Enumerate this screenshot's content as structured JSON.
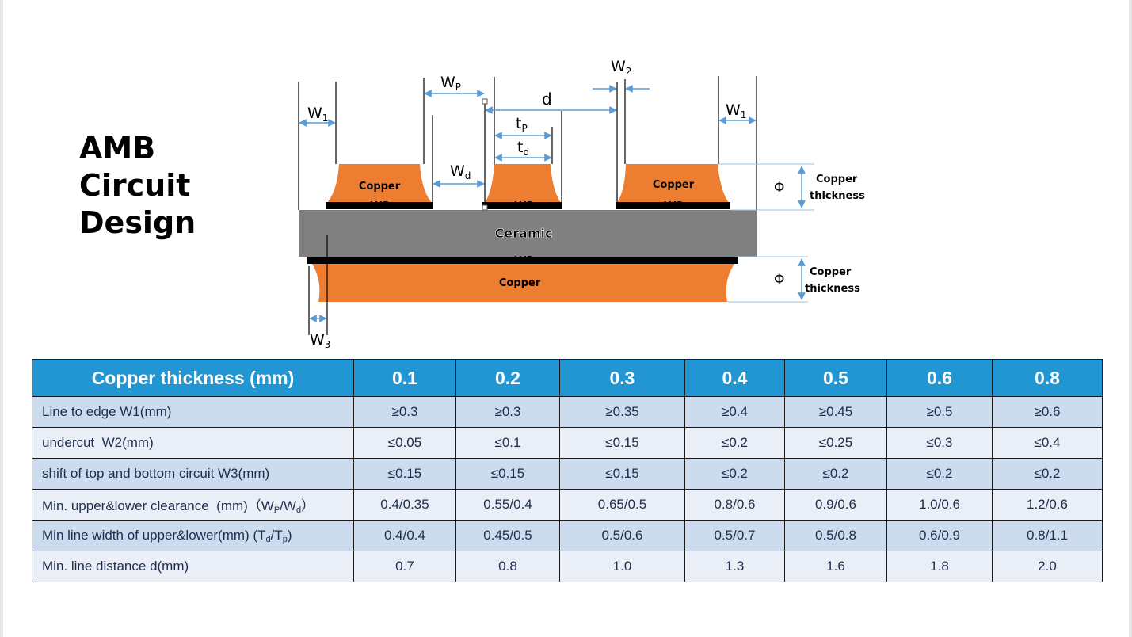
{
  "title": {
    "lines": [
      "AMB",
      "Circuit",
      "Design"
    ]
  },
  "diagram": {
    "labels": {
      "w1_left": "W1",
      "w1_right": "W1",
      "w2": "W2",
      "w3": "W3",
      "wp": "WP",
      "wd": "Wd",
      "d": "d",
      "tp": "tP",
      "td": "td",
      "copper_left": "Copper",
      "copper_right": "Copper",
      "copper_bottom": "Copper",
      "amb_left": "AMB",
      "amb_mid": "AMB",
      "amb_right": "AMB",
      "amb_bottom": "AMB",
      "ceramic": "Ceramic",
      "phi_top": "Φ",
      "phi_bottom": "Φ",
      "copper_thickness_top_1": "Copper",
      "copper_thickness_top_2": "thickness",
      "copper_thickness_bottom_1": "Copper",
      "copper_thickness_bottom_2": "thickness"
    },
    "colors": {
      "copper": "#ed7d31",
      "ceramic": "#808080",
      "amb_layer": "#000000",
      "ceramic_text": "#ff4d6d",
      "dimension_line": "#5b9bd5"
    }
  },
  "table": {
    "header_label": "Copper thickness (mm)",
    "columns": [
      "0.1",
      "0.2",
      "0.3",
      "0.4",
      "0.5",
      "0.6",
      "0.8"
    ],
    "rows": [
      {
        "label": "Line to edge W1(mm)",
        "values": [
          "≥0.3",
          "≥0.3",
          "≥0.35",
          "≥0.4",
          "≥0.45",
          "≥0.5",
          "≥0.6"
        ]
      },
      {
        "label": "undercut  W2(mm)",
        "values": [
          "≤0.05",
          "≤0.1",
          "≤0.15",
          "≤0.2",
          "≤0.25",
          "≤0.3",
          "≤0.4"
        ]
      },
      {
        "label": "shift of top and bottom circuit W3(mm)",
        "values": [
          "≤0.15",
          "≤0.15",
          "≤0.15",
          "≤0.2",
          "≤0.2",
          "≤0.2",
          "≤0.2"
        ]
      },
      {
        "label_main": "Min. upper&lower clearance  (mm)（W",
        "label_sub1": "P",
        "label_mid": "/W",
        "label_sub2": "d",
        "label_end": "）",
        "values": [
          "0.4/0.35",
          "0.55/0.4",
          "0.65/0.5",
          "0.8/0.6",
          "0.9/0.6",
          "1.0/0.6",
          "1.2/0.6"
        ]
      },
      {
        "label_main": "Min line width of upper&lower(mm) (T",
        "label_sub1": "d",
        "label_mid": "/T",
        "label_sub2": "p",
        "label_end": ")",
        "values": [
          "0.4/0.4",
          "0.45/0.5",
          "0.5/0.6",
          "0.5/0.7",
          "0.5/0.8",
          "0.6/0.9",
          "0.8/1.1"
        ]
      },
      {
        "label": "Min. line distance d(mm)",
        "values": [
          "0.7",
          "0.8",
          "1.0",
          "1.3",
          "1.6",
          "1.8",
          "2.0"
        ]
      }
    ]
  }
}
